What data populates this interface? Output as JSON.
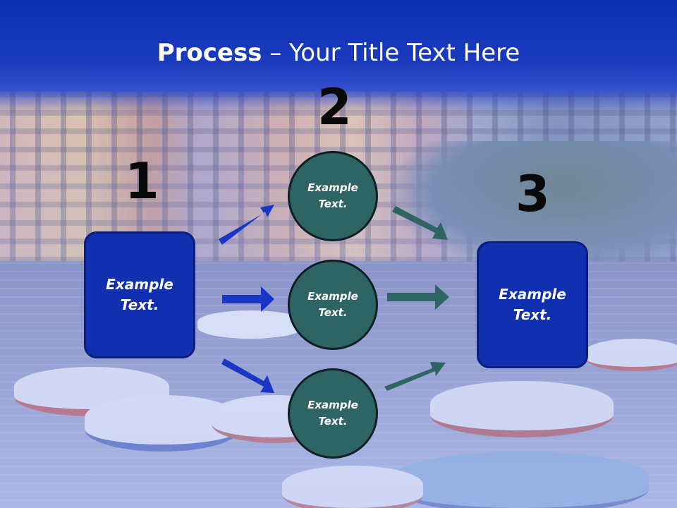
{
  "title": {
    "bold_part": "Process",
    "rest_part": " – Your Title Text Here"
  },
  "steps": {
    "one": {
      "number": "1",
      "box_text": "Example\nText."
    },
    "two": {
      "number": "2",
      "circles": [
        "Example\nText.",
        "Example\nText.",
        "Example\nText."
      ]
    },
    "three": {
      "number": "3",
      "box_text": "Example\nText."
    }
  },
  "colors": {
    "box_fill": "#1030b0",
    "circle_fill": "#2f6464",
    "arrow_blue": "#1a36c4",
    "arrow_teal": "#2e6462",
    "title_band": "#0f2fb4"
  }
}
